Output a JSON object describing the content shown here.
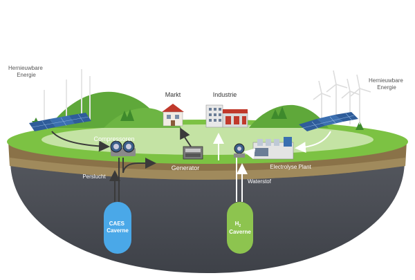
{
  "labels": {
    "renewable_left": [
      "Hernieuwbare",
      "Energie"
    ],
    "renewable_right": [
      "Hernieuwbare",
      "Energie"
    ],
    "market": "Markt",
    "industry": "Industrie",
    "compressors": "Compressoren",
    "generator": "Generator",
    "electrolysis": "Electrolyse Plant",
    "compressed_air": "Perslucht",
    "hydrogen": "Waterstof",
    "caes_cavern": [
      "CAES",
      "Caverne"
    ],
    "h2_cavern": [
      "H",
      "2",
      "Caverne"
    ]
  },
  "colors": {
    "grass_top": "#7cc243",
    "grass_light": "#c4e3a4",
    "hills": "#5fa83a",
    "soil": "#8a7248",
    "rock": "#4a4d55",
    "caes": "#4aa8e8",
    "h2": "#8dc44f",
    "flow_dark": "#3a3a3a",
    "flow_light": "#ffffff"
  }
}
